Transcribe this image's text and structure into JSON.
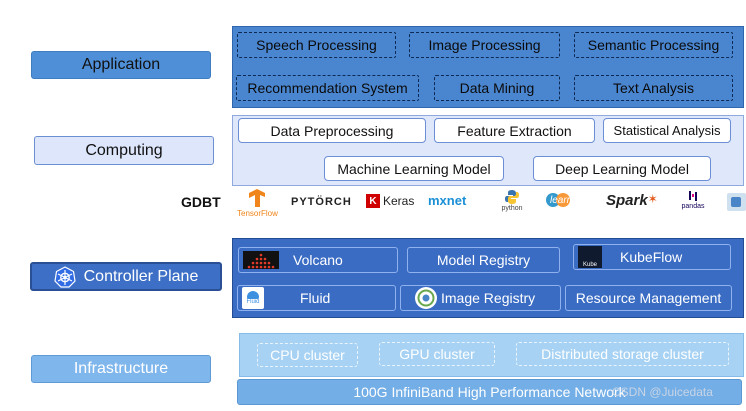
{
  "layers": {
    "application": "Application",
    "computing": "Computing",
    "controller_plane": "Controller Plane",
    "infrastructure": "Infrastructure"
  },
  "application": {
    "items": [
      "Speech Processing",
      "Image Processing",
      "Semantic Processing",
      "Recommendation System",
      "Data Mining",
      "Text Analysis"
    ]
  },
  "computing": {
    "items": [
      "Data Preprocessing",
      "Feature Extraction",
      "Statistical Analysis",
      "Machine Learning Model",
      "Deep Learning Model"
    ]
  },
  "frameworks": {
    "gdbt": "GDBT",
    "tensorflow": "TensorFlow",
    "pytorch": "PYTÖRCH",
    "keras": "Keras",
    "mxnet": "mxnet",
    "python": "python",
    "sklearn": "learn",
    "spark": "Spark",
    "pandas": "pandas"
  },
  "controller": {
    "items": [
      "Volcano",
      "Model Registry",
      "KubeFlow",
      "Fluid",
      "Image Registry",
      "Resource Management"
    ],
    "fluid_logo_text": "Fluid",
    "kubeflow_logo_text": "Kube"
  },
  "infrastructure": {
    "clusters": [
      "CPU cluster",
      "GPU cluster",
      "Distributed storage cluster"
    ],
    "network": "100G InfiniBand High Performance Network"
  },
  "watermark": "CSDN @Juicedata",
  "colors": {
    "application_panel": "#4a86d0",
    "computing_panel": "#dfe7fb",
    "controller_panel": "#3a6cc4",
    "infrastructure_panel": "#a7d2f4"
  }
}
